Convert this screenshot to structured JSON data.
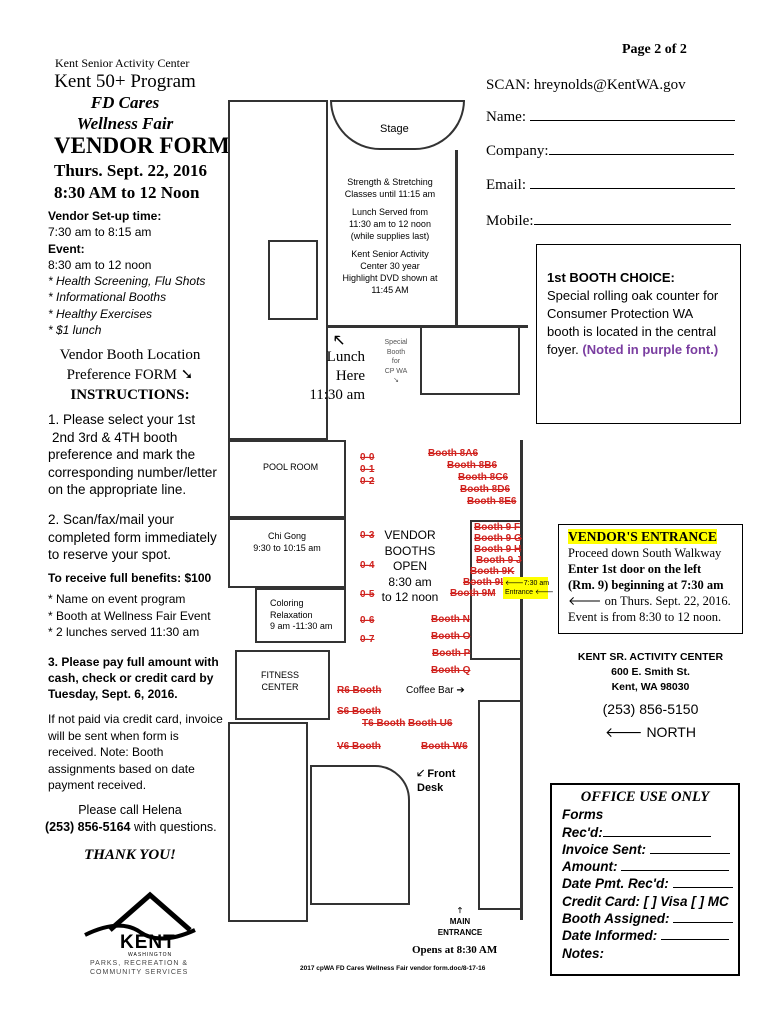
{
  "page": "Page 2 of 2",
  "left": {
    "org": "Kent Senior Activity Center",
    "program": "Kent 50+ Program",
    "event1": "FD Cares",
    "event2": "Wellness Fair",
    "form_title": "VENDOR FORM",
    "date": "Thurs. Sept. 22, 2016",
    "time": "8:30 AM to 12 Noon",
    "setup_label": "Vendor Set-up time:",
    "setup_time": "7:30 am to 8:15 am",
    "event_label": "Event:",
    "event_time": "8:30 am to 12 noon",
    "event_items": [
      "* Health Screening, Flu Shots",
      "* Informational Booths",
      "* Healthy Exercises",
      "* $1 lunch"
    ],
    "pref1": "Vendor Booth Location",
    "pref2": "Preference FORM ➘",
    "instructions": "INSTRUCTIONS:",
    "step1": [
      "1. Please select your 1st",
      "2nd 3rd & 4TH booth",
      "preference and mark the",
      "corresponding number/letter",
      "on the appropriate line."
    ],
    "step2": [
      "2. Scan/fax/mail your",
      "completed form immediately",
      "to reserve your spot."
    ],
    "benefits_title": "To receive full benefits: $100",
    "benefits": [
      "* Name on event program",
      "* Booth at Wellness Fair Event",
      "* 2 lunches served 11:30 am"
    ],
    "step3": [
      "3. Please pay full amount with",
      "cash, check or credit card by",
      "Tuesday, Sept. 6, 2016."
    ],
    "invoice": [
      "If not paid via credit card, invoice",
      "will be sent when form is",
      "received. Note: Booth",
      "assignments based on date",
      "payment received."
    ],
    "call1": "Please call Helena",
    "call_phone": "(253) 856-5164",
    "call2": " with questions.",
    "thanks": "THANK YOU!",
    "logo": {
      "name": "KENT",
      "sub": "WASHINGTON",
      "dept1": "PARKS, RECREATION &",
      "dept2": "COMMUNITY SERVICES"
    }
  },
  "right": {
    "scan": "SCAN: hreynolds@KentWA.gov",
    "fields": [
      "Name:",
      "Company:",
      "Email:",
      "Mobile:"
    ],
    "choice_title": "1st  BOOTH CHOICE:",
    "choice_text": [
      "Special rolling oak counter for",
      "Consumer Protection WA",
      "booth is located in the central"
    ],
    "choice_foyer": "foyer. ",
    "choice_note": "(Noted in purple font.)",
    "entrance_title": "VENDOR'S ENTRANCE",
    "entrance": [
      "Proceed down South Walkway",
      "Enter 1st door on the left",
      "(Rm. 9) beginning at 7:30 am",
      "🡐 on Thurs. Sept. 22, 2016.",
      "Event is from 8:30 to 12 noon."
    ],
    "center_name": "KENT SR. ACTIVITY CENTER",
    "center_addr1": "600 E. Smith St.",
    "center_addr2": "Kent, WA 98030",
    "center_phone": "(253) 856-5150",
    "north": "🡐 NORTH",
    "office_title": "OFFICE USE ONLY",
    "office": [
      "Forms",
      "Rec'd:",
      "Invoice Sent:",
      "Amount:",
      "Date Pmt. Rec'd:",
      "Credit  Card: [ ]  Visa  [ ] MC",
      "Booth Assigned:",
      "Date Informed:",
      "Notes:"
    ]
  },
  "map": {
    "stage": "Stage",
    "info": [
      "Strength & Stretching",
      "Classes until 11:15 am",
      "Lunch Served from",
      "11:30 am to 12 noon",
      "(while supplies last)",
      "Kent Senior Activity",
      "Center 30 year",
      "Highlight DVD shown at",
      "11:45 AM"
    ],
    "lunch": [
      "🡔",
      "Lunch",
      "Here",
      "11:30 am"
    ],
    "special": [
      "Special",
      "Booth",
      "for",
      "CP WA",
      "↘"
    ],
    "pool": "POOL ROOM",
    "chigong": [
      "Chi Gong",
      "9:30 to 10:15 am"
    ],
    "coloring": [
      "Coloring",
      "Relaxation",
      "9 am -11:30 am"
    ],
    "fitness": [
      "FITNESS",
      "CENTER"
    ],
    "vendor": [
      "VENDOR",
      "BOOTHS",
      "OPEN",
      "8:30 am",
      "to 12 noon"
    ],
    "numbers": [
      "0-0",
      "0-1",
      "0-2",
      "0-3",
      "0-4",
      "0-5",
      "0-6",
      "0-7"
    ],
    "booths8": [
      "Booth 8A6",
      "Booth 8B6",
      "Booth 8C6",
      "Booth 8D6",
      "Booth 8E6"
    ],
    "booths9": [
      "Booth 9 F",
      "Booth 9 G",
      "Booth 9 H",
      "Booth 9 J",
      "Booth 9K",
      "Booth 9L",
      "Booth 9M"
    ],
    "booths_np": [
      "Booth N",
      "Booth O",
      "Booth P",
      "Booth Q"
    ],
    "entrance_tag": [
      "🡐7:30 am",
      "Entrance 🡐"
    ],
    "r6": "R6 Booth",
    "s6": "S6 Booth",
    "t6": "T6 Booth",
    "u6": "Booth U6",
    "v6": "V6 Booth",
    "w6": "Booth W6",
    "coffee": "Coffee Bar ➔",
    "front_desk": [
      "🡗 Front",
      "Desk"
    ],
    "main_entrance": [
      "🡑",
      "MAIN",
      "ENTRANCE"
    ],
    "opens": "Opens at 8:30 AM",
    "footer": "2017 cpWA FD Cares Wellness Fair vendor form.doc/8-17-16"
  }
}
